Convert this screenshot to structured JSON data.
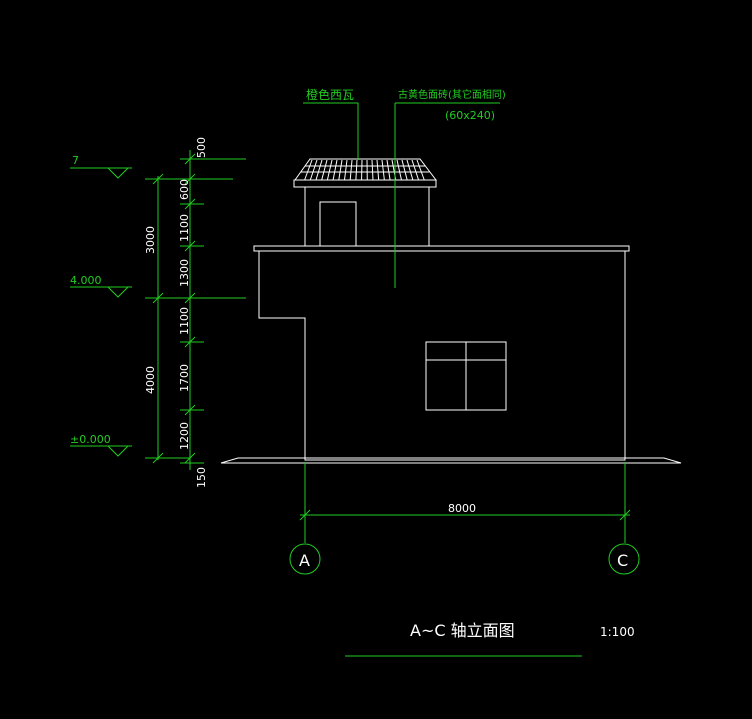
{
  "drawing": {
    "title": "A~C 轴立面图",
    "scale": "1:100"
  },
  "labels": {
    "roof_tile": "橙色西瓦",
    "wall_tile": "古黄色面砖(其它面相同)",
    "wall_tile_size": "(60x240)"
  },
  "elevations": {
    "top": "7",
    "mid": "4.000",
    "ground": "±0.000"
  },
  "dimensions": {
    "outer": [
      "3000",
      "4000"
    ],
    "inner": [
      "500",
      "600",
      "1100",
      "1300",
      "1100",
      "1700",
      "1200",
      "150"
    ],
    "width": "8000"
  },
  "axes": {
    "left": "A",
    "right": "C"
  },
  "colors": {
    "background": "#000000",
    "drawing_lines": "#ffffff",
    "annotation": "#22cc22"
  }
}
